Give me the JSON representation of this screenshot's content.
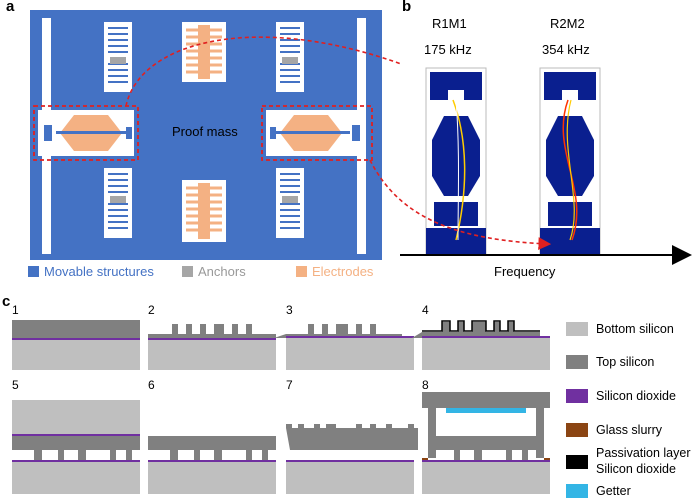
{
  "panels": {
    "a": {
      "letter": "a",
      "center_label": "Proof mass",
      "legend": [
        {
          "label": "Movable structures",
          "color": "#4472c4"
        },
        {
          "label": "Anchors",
          "color": "#a6a6a6"
        },
        {
          "label": "Electrodes",
          "color": "#f4b183"
        }
      ]
    },
    "b": {
      "letter": "b",
      "modes": [
        {
          "name": "R1M1",
          "freq": "175 kHz"
        },
        {
          "name": "R2M2",
          "freq": "354 kHz"
        }
      ],
      "axis_label": "Frequency"
    },
    "c": {
      "letter": "c",
      "steps": [
        "1",
        "2",
        "3",
        "4",
        "5",
        "6",
        "7",
        "8"
      ],
      "legend": [
        {
          "label": "Bottom silicon",
          "color": "#bfbfbf"
        },
        {
          "label": "Top silicon",
          "color": "#808080"
        },
        {
          "label": "Silicon dioxide",
          "color": "#7030a0"
        },
        {
          "label": "Glass slurry",
          "color": "#8b4513"
        },
        {
          "label": "Passivation layer",
          "label2": "Silicon dioxide",
          "color": "#000000"
        },
        {
          "label": "Getter",
          "color": "#33b5e5"
        }
      ]
    }
  }
}
